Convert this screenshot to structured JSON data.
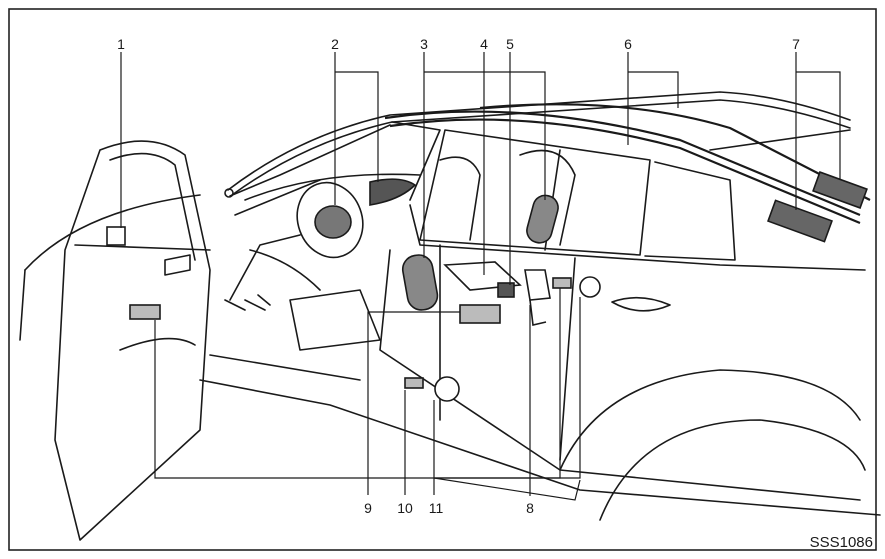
{
  "callouts": {
    "c1": "1",
    "c2": "2",
    "c3": "3",
    "c4": "4",
    "c5": "5",
    "c6": "6",
    "c7": "7",
    "c8": "8",
    "c9": "9",
    "c10": "10",
    "c11": "11"
  },
  "figure_code": "SSS1086",
  "colors": {
    "line": "#1a1a1a",
    "component": "#555555",
    "frame": "#222222"
  }
}
